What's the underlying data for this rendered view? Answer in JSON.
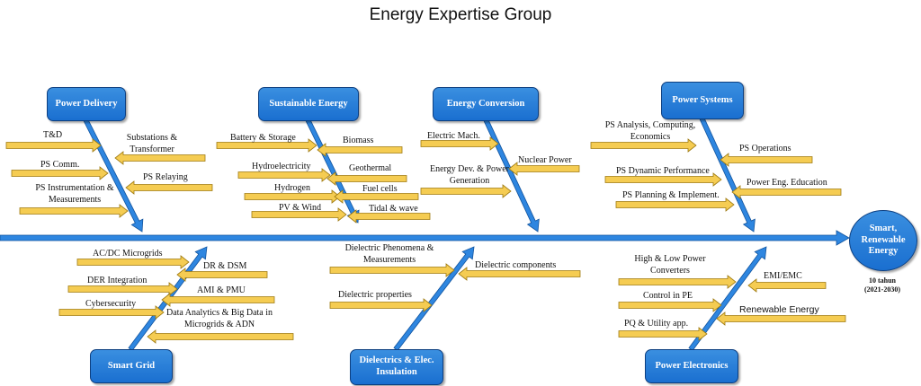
{
  "title": "Energy Expertise Group",
  "head": {
    "label": "Smart, Renewable Energy",
    "note_line1": "10 tahun",
    "note_line2": "(2021-2030)"
  },
  "categories": {
    "power_delivery": "Power Delivery",
    "sustainable_energy": "Sustainable Energy",
    "energy_conversion": "Energy Conversion",
    "power_systems": "Power Systems",
    "smart_grid": "Smart Grid",
    "dielectrics": "Dielectrics & Elec. Insulation",
    "power_electronics": "Power Electronics"
  },
  "causes": {
    "td": "T&D",
    "substations": "Substations & Transformer",
    "ps_comm": "PS Comm.",
    "ps_relaying": "PS Relaying",
    "ps_instrumentation": "PS Instrumentation & Measurements",
    "battery": "Battery & Storage",
    "biomass": "Biomass",
    "hydroelectricity": "Hydroelectricity",
    "geothermal": "Geothermal",
    "hydrogen": "Hydrogen",
    "fuel_cells": "Fuel cells",
    "pv_wind": "PV & Wind",
    "tidal": "Tidal & wave",
    "electric_mach": "Electric Mach.",
    "nuclear": "Nuclear Power",
    "energy_dev": "Energy Dev. & Power Generation",
    "ps_analysis": "PS Analysis, Computing, Economics",
    "ps_operations": "PS Operations",
    "ps_dynamic": "PS Dynamic Performance",
    "power_eng_edu": "Power Eng. Education",
    "ps_planning": "PS Planning & Implement.",
    "acdc": "AC/DC Microgrids",
    "dr_dsm": "DR & DSM",
    "der": "DER Integration",
    "ami_pmu": "AMI & PMU",
    "cyber": "Cybersecurity",
    "data_analytics": "Data Analytics & Big Data in Microgrids & ADN",
    "dielectric_phenomena": "Dielectric Phenomena & Measurements",
    "dielectric_components": "Dielectric components",
    "dielectric_properties": "Dielectric properties",
    "hl_converters": "High & Low Power Converters",
    "emi_emc": "EMI/EMC",
    "control_pe": "Control in PE",
    "renewable_energy": "Renewable Energy",
    "pq_utility": "PQ & Utility app."
  },
  "colors": {
    "bone": "#2e86e0",
    "bone_dark": "#12549e",
    "cause_arrow": "#f5cc52",
    "cause_border": "#9e7a12",
    "box": "#1f74d6"
  }
}
